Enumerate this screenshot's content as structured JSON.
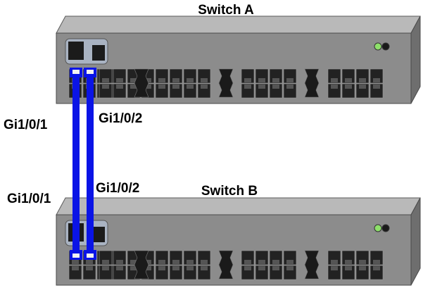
{
  "switches": [
    {
      "name": "Switch A"
    },
    {
      "name": "Switch B"
    }
  ],
  "links": [
    {
      "a_port": "Gi1/0/1",
      "b_port": "Gi1/0/1"
    },
    {
      "a_port": "Gi1/0/2",
      "b_port": "Gi1/0/2"
    }
  ],
  "colors": {
    "cable": "#0a14e6",
    "chassis_top": "#b9b9b9",
    "chassis_front": "#8c8c8c",
    "chassis_side": "#6e6e6e",
    "port": "#222222",
    "led_green": "#8ee06a"
  }
}
